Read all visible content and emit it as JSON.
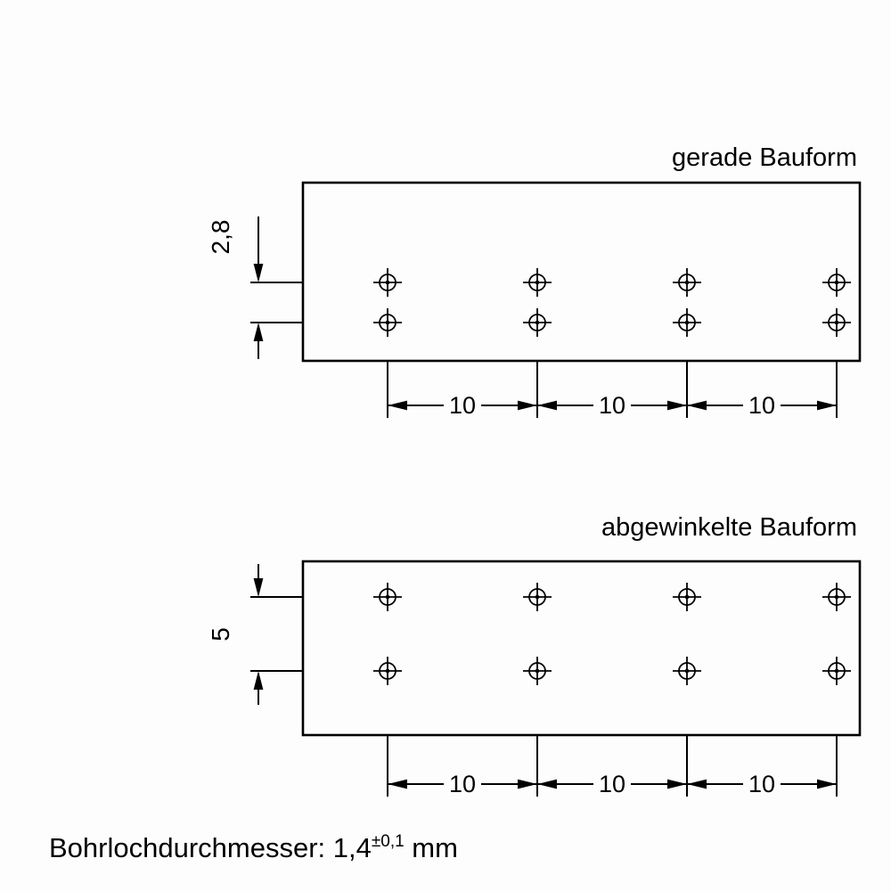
{
  "colors": {
    "background": "#fdfdfd",
    "line": "#000000"
  },
  "top_diagram": {
    "title": "gerade Bauform",
    "row_spacing_label": "2,8",
    "pitch_labels": [
      "10",
      "10",
      "10"
    ]
  },
  "bottom_diagram": {
    "title": "abgewinkelte Bauform",
    "row_spacing_label": "5",
    "pitch_labels": [
      "10",
      "10",
      "10"
    ]
  },
  "caption": {
    "prefix": "Bohrlochdurchmesser: 1,4",
    "tolerance": "±0,1",
    "suffix": " mm"
  }
}
